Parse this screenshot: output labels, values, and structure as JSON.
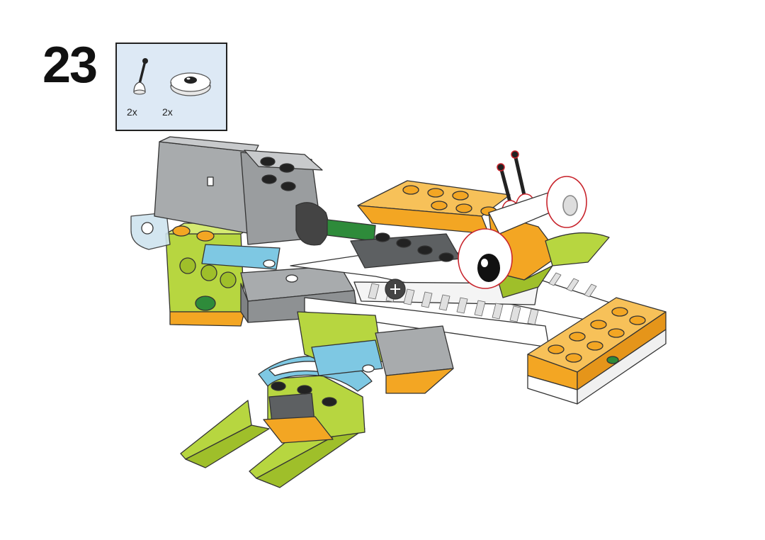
{
  "step": {
    "number": "23"
  },
  "parts_callout": {
    "items": [
      {
        "icon": "antenna-stick-icon",
        "quantity": "2x"
      },
      {
        "icon": "round-eye-tile-icon",
        "quantity": "2x"
      }
    ]
  },
  "colors": {
    "callout_bg": "#dde9f5",
    "lime": "#b7d640",
    "bright_orange": "#f3a623",
    "light_orange": "#f7c159",
    "medium_azure": "#7ec8e3",
    "light_gray": "#a8abad",
    "dark_gray": "#5d6062",
    "white": "#ffffff",
    "black": "#111111",
    "green": "#2e8b3a",
    "red_outline": "#c8242c"
  }
}
